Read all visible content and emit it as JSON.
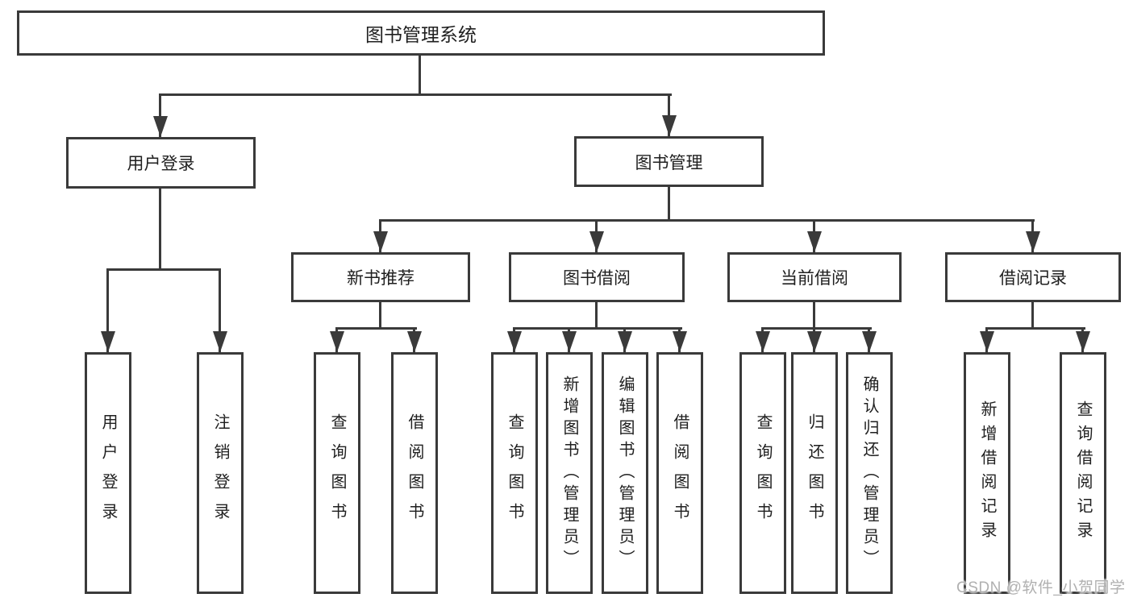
{
  "diagram_title": "图书管理系统",
  "nodes": {
    "root": "图书管理系统",
    "user_login": "用户登录",
    "book_mgmt": "图书管理",
    "new_book_rec": "新书推荐",
    "book_borrow": "图书借阅",
    "current_borrow": "当前借阅",
    "borrow_records": "借阅记录",
    "leaf_user_login": "用户登录",
    "leaf_logout": "注销登录",
    "leaf_query_book_rec": "查询图书",
    "leaf_borrow_book_rec": "借阅图书",
    "leaf_query_book_borrow": "查询图书",
    "leaf_add_book_admin": "新增图书（管理员）",
    "leaf_edit_book_admin": "编辑图书（管理员）",
    "leaf_borrow_book_borrow": "借阅图书",
    "leaf_query_book_current": "查询图书",
    "leaf_return_book": "归还图书",
    "leaf_confirm_return_admin": "确认归还（管理员）",
    "leaf_add_borrow_record": "新增借阅记录",
    "leaf_query_borrow_record": "查询借阅记录"
  },
  "watermark": "CSDN @软件_小贺同学",
  "colors": {
    "line": "#3a3a3a",
    "text": "#1f1f1f",
    "background": "#ffffff",
    "watermark": "#b0b0b0"
  }
}
